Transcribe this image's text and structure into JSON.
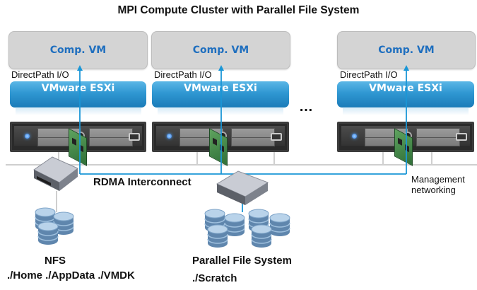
{
  "title": "MPI Compute Cluster with Parallel File System",
  "nodes": [
    {
      "vm_label": "Comp. VM",
      "passthrough_label": "DirectPath I/O",
      "hypervisor_label": "VMware ESXi"
    },
    {
      "vm_label": "Comp. VM",
      "passthrough_label": "DirectPath I/O",
      "hypervisor_label": "VMware ESXi"
    },
    {
      "vm_label": "Comp. VM",
      "passthrough_label": "DirectPath I/O",
      "hypervisor_label": "VMware ESXi"
    }
  ],
  "ellipsis": "…",
  "interconnect_label": "RDMA Interconnect",
  "management_label_line1": "Management",
  "management_label_line2": "networking",
  "nfs": {
    "title": "NFS",
    "paths": "./Home ./AppData ./VMDK"
  },
  "pfs": {
    "title": "Parallel File System",
    "paths": "./Scratch"
  },
  "colors": {
    "accent_blue": "#1a96d6",
    "vm_text": "#1f6fbf",
    "vm_fill": "#d4d4d4",
    "esxi_fill": "#2f97d2"
  }
}
